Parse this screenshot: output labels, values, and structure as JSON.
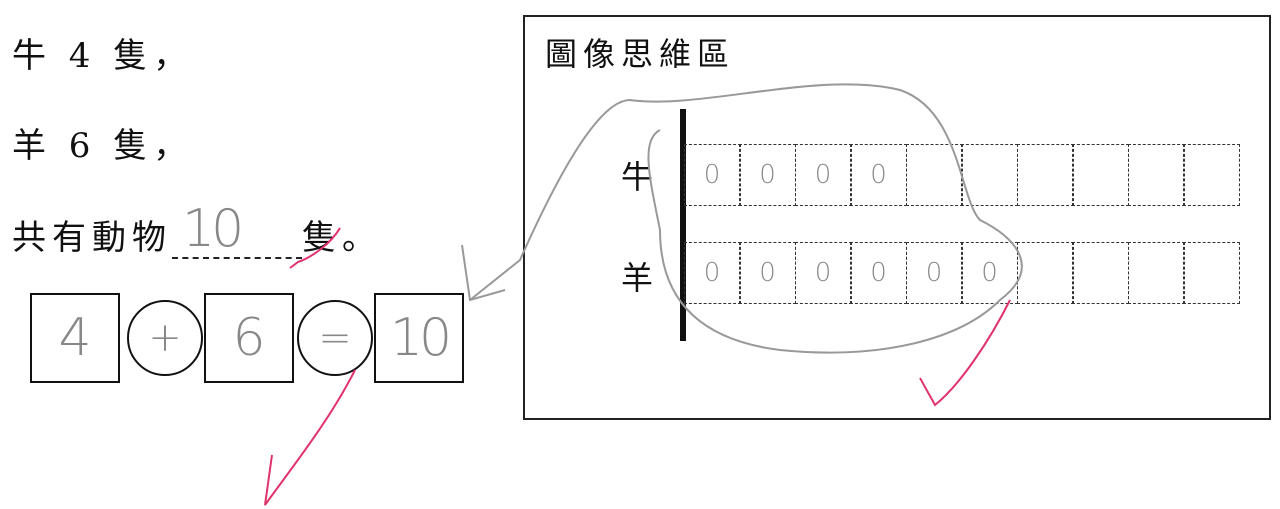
{
  "problem": {
    "line1": "牛 4 隻，",
    "line2": "羊 6 隻，",
    "line3_prefix": "共有動物",
    "answer": "10",
    "line3_suffix": "隻。"
  },
  "equation": {
    "a": "4",
    "op": "+",
    "b": "6",
    "eq": "=",
    "result": "10"
  },
  "panel": {
    "title": "圖像思維區",
    "rows": [
      {
        "label": "牛",
        "marks": [
          "0",
          "0",
          "0",
          "0",
          "",
          "",
          "",
          "",
          "",
          ""
        ]
      },
      {
        "label": "羊",
        "marks": [
          "0",
          "0",
          "0",
          "0",
          "0",
          "0",
          "",
          "",
          "",
          ""
        ]
      }
    ]
  },
  "colors": {
    "check": "#e0336b",
    "pencil": "#888888"
  }
}
